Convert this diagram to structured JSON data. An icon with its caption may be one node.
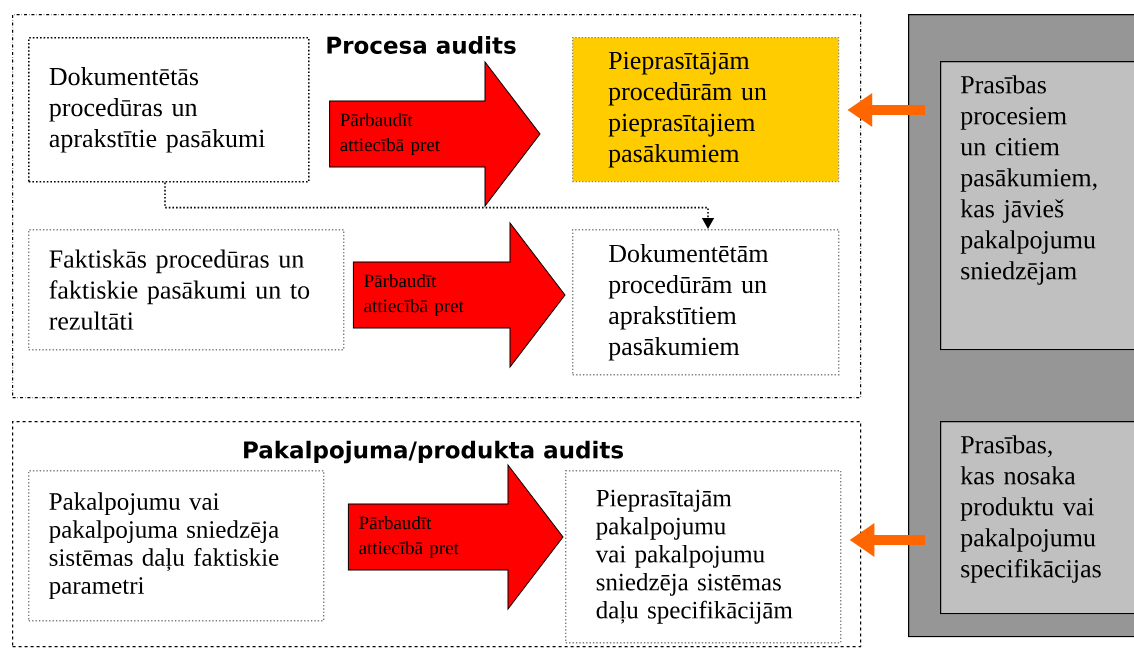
{
  "diagram": {
    "nodes": [
      {
        "text": [
          "Procesa audits"
        ]
      },
      {
        "text": [
          "Dokumentētās procedūras un aprakstītie pasākumi"
        ],
        "in": 0
      },
      {
        "text": [
          "Pieprasītājām procedūrām un pieprasītajiem pasākumiem"
        ],
        "in": 0
      },
      {
        "text": [
          "Faktiskās procedūras un faktiskie pasākumi un to rezultāti"
        ],
        "in": 0
      },
      {
        "text": [
          "Dokumentētām procedūrām un aprakstītiem pasākumiem"
        ],
        "in": 0
      },
      {
        "text": [
          "Pakalpojuma/produkta audits"
        ]
      },
      {
        "text": [
          "Pakalpojumu vai pakalpojuma sniedzēja sistēmas daļu faktiskie parametri"
        ],
        "in": 5
      },
      {
        "text": [
          "Pieprasītajām pakalpojumu vai pakalpojumu sniedzēja sistēmas daļu specifikācijām"
        ],
        "in": 5
      },
      {
        "text": [],
        "shape": "box"
      },
      {
        "text": [
          "Prasības procesiem un citiem pasākumiem, kas jāvieš pakalpojumu sniedzējam"
        ],
        "in": 8
      },
      {
        "text": [
          "Prasības, kas nosaka produktu vai pakalpojumu specifikācijas"
        ],
        "in": 8
      }
    ],
    "edges": [
      {
        "from": 1,
        "to": 2,
        "arrow": "to",
        "label": "Pārbaudīt attiecībā pret",
        "style": "thick",
        "color": "#ff0000"
      },
      {
        "from": 1,
        "to": 4,
        "arrow": "to",
        "style": "dashed",
        "color": "#000000"
      },
      {
        "from": 3,
        "to": 4,
        "arrow": "to",
        "label": "Pārbaudīt attiecībā pret",
        "style": "thick",
        "color": "#ff0000"
      },
      {
        "from": 6,
        "to": 7,
        "arrow": "to",
        "label": "Pārbaudīt attiecībā pret",
        "style": "thick",
        "color": "#ff0000"
      },
      {
        "from": 9,
        "to": 2,
        "arrow": "to",
        "color": "#ff6600"
      },
      {
        "from": 10,
        "to": 7,
        "arrow": "to",
        "color": "#ff6600"
      }
    ]
  }
}
